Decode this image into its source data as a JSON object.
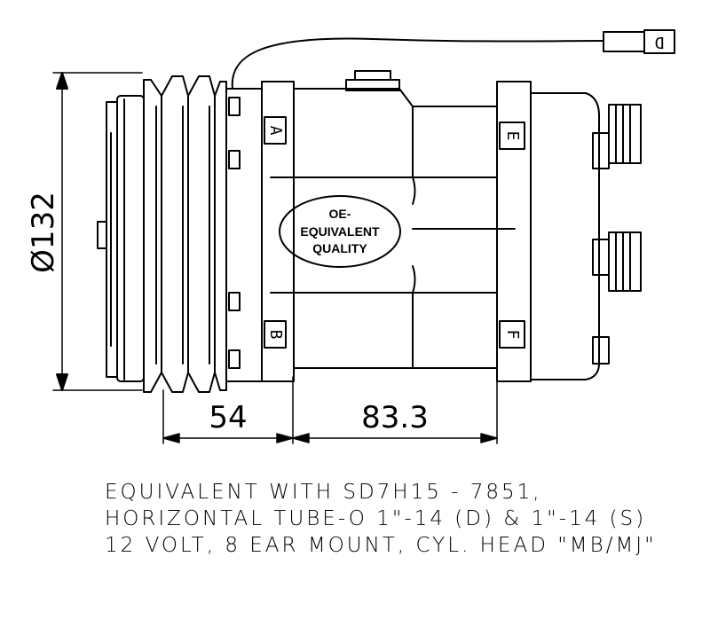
{
  "dimensions": {
    "diameter": "Ø132",
    "pulley_width": "54",
    "body_length": "83.3"
  },
  "port_labels": {
    "a": "A",
    "b": "B",
    "e": "E",
    "f": "F"
  },
  "badge": {
    "line1": "OE-",
    "line2": "EQUIVALENT",
    "line3": "QUALITY"
  },
  "connector_label": "D",
  "notes": [
    "EQUIVALENT WITH SD7H15 - 7851,",
    "HORIZONTAL TUBE-O 1\"-14 (D) & 1\"-14 (S)",
    "12 VOLT, 8 EAR MOUNT, CYL. HEAD \"MB/MJ\""
  ]
}
